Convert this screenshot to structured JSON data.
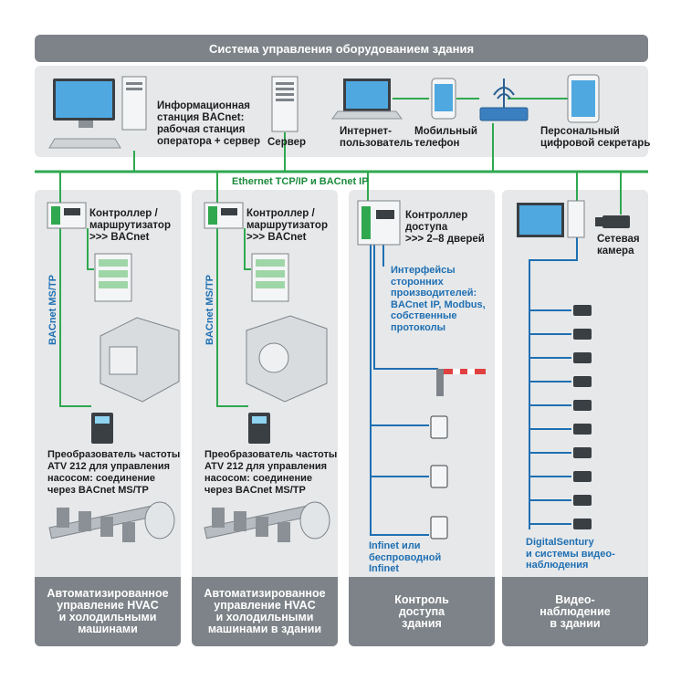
{
  "title": "Система управления оборудованием здания",
  "top_devices": {
    "bacnet_station": "Информационная\nстанция BACnet:\nрабочая станция\nоператора + сервер",
    "server": "Сервер",
    "internet_user": "Интернет-\nпользователь",
    "mobile_phone": "Мобильный\nтелефон",
    "pda": "Персональный\nцифровой секретарь"
  },
  "bus_label": "Ethernet TCP/IP и BACnet IP",
  "columns": [
    {
      "controller": "Контроллер /\nмаршрутизатор\n>>> BACnet",
      "bus_label": "BACnet MS/TP",
      "converter": "Преобразователь частоты\nATV 212 для управления\nнасосом: соединение\nчерез BACnet MS/TP",
      "footer": "Автоматизированное\nуправление HVAC\nи холодильными\nмашинами"
    },
    {
      "controller": "Контроллер /\nмаршрутизатор\n>>> BACnet",
      "bus_label": "BACnet MS/TP",
      "converter": "Преобразователь частоты\nATV 212 для управления\nнасосом: соединение\nчерез BACnet MS/TP",
      "footer": "Автоматизированное\nуправление HVAC\nи холодильными\nмашинами в здании"
    },
    {
      "controller": "Контроллер\nдоступа\n>>> 2–8 дверей",
      "interfaces": "Интерфейсы\nсторонних\nпроизводителей:\nBACnet IP, Modbus,\nсобственные\nпротоколы",
      "network": "Infinet или\nбеспроводной\nInfinet",
      "footer": "Контроль\nдоступа\nздания"
    },
    {
      "camera": "Сетевая\nкамера",
      "system": "DigitalSentury\nи системы видео-\nнаблюдения",
      "footer": "Видео-\nнаблюдение\nв здании"
    }
  ],
  "colors": {
    "accent_green": "#2fa84f",
    "accent_blue": "#1f6fb2",
    "panel": "#e6e8ea",
    "header": "#7d8388"
  }
}
